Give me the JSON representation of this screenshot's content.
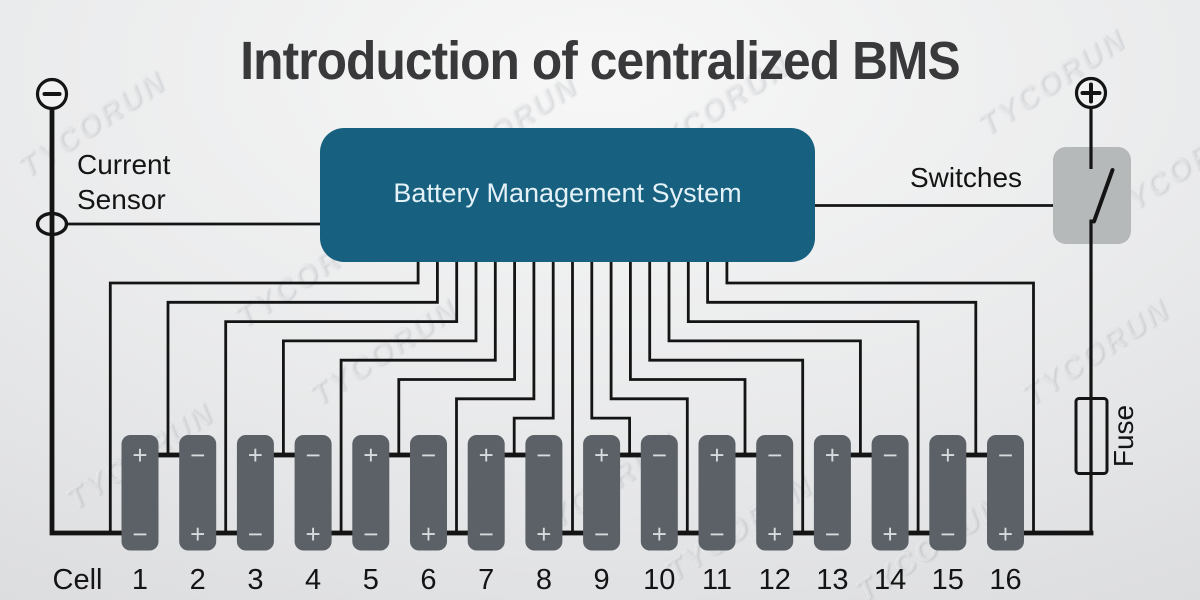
{
  "title": "Introduction of centralized BMS",
  "watermark": {
    "text": "TYCORUN"
  },
  "bms": {
    "label": "Battery Management System"
  },
  "left_branch": {
    "terminal_symbol": "−",
    "label_line1": "Current",
    "label_line2": "Sensor"
  },
  "right_branch": {
    "terminal_symbol": "+",
    "switch_label": "Switches",
    "fuse_label": "Fuse"
  },
  "cells_section": {
    "row_label": "Cell",
    "cells": [
      {
        "number": "1",
        "top": "+",
        "bottom": "−"
      },
      {
        "number": "2",
        "top": "−",
        "bottom": "+"
      },
      {
        "number": "3",
        "top": "+",
        "bottom": "−"
      },
      {
        "number": "4",
        "top": "−",
        "bottom": "+"
      },
      {
        "number": "5",
        "top": "+",
        "bottom": "−"
      },
      {
        "number": "6",
        "top": "−",
        "bottom": "+"
      },
      {
        "number": "7",
        "top": "+",
        "bottom": "−"
      },
      {
        "number": "8",
        "top": "−",
        "bottom": "+"
      },
      {
        "number": "9",
        "top": "+",
        "bottom": "−"
      },
      {
        "number": "10",
        "top": "−",
        "bottom": "+"
      },
      {
        "number": "11",
        "top": "+",
        "bottom": "−"
      },
      {
        "number": "12",
        "top": "−",
        "bottom": "+"
      },
      {
        "number": "13",
        "top": "+",
        "bottom": "−"
      },
      {
        "number": "14",
        "top": "−",
        "bottom": "+"
      },
      {
        "number": "15",
        "top": "+",
        "bottom": "−"
      },
      {
        "number": "16",
        "top": "−",
        "bottom": "+"
      }
    ]
  },
  "colors": {
    "wire": "#141414",
    "bms_fill": "#17607f",
    "bms_text": "#e4f2f8",
    "cell_fill": "#5b6167",
    "cell_glyph": "#d8dbdd",
    "switch_fill": "#b6b9ba",
    "title": "#39393b",
    "label": "#141414"
  }
}
